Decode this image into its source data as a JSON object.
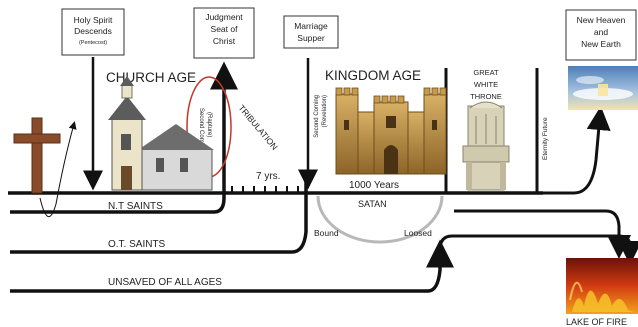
{
  "event_boxes": {
    "holy_spirit": {
      "line1": "Holy Spirit",
      "line2": "Descends",
      "note": "(Pentecost)"
    },
    "judgment_seat": {
      "line1": "Judgment",
      "line2": "Seat of",
      "line3": "Christ"
    },
    "marriage_supper": {
      "line1": "Marriage",
      "line2": "Supper"
    },
    "new_heaven": {
      "line1": "New Heaven",
      "line2": "and",
      "line3": "New Earth"
    }
  },
  "ages": {
    "church_age": "CHURCH AGE",
    "kingdom_age": "KINGDOM AGE"
  },
  "labels": {
    "second_coming_rapture": {
      "line1": "Second Coming",
      "line2": "(Rapture)"
    },
    "second_coming_revelation": {
      "line1": "Second Coming",
      "line2": "(Revelation)"
    },
    "tribulation": "TRIBULATION",
    "seven_years": "7 yrs.",
    "thousand_years": "1000 Years",
    "satan": "SATAN",
    "bound": "Bound",
    "loosed": "Loosed",
    "great_white_throne": {
      "line1": "GREAT",
      "line2": "WHITE",
      "line3": "THRONE"
    },
    "eternity_future": "Eternity Future",
    "lake_of_fire": "LAKE OF FIRE"
  },
  "tracks": {
    "nt_saints": "N.T SAINTS",
    "ot_saints": "O.T. SAINTS",
    "unsaved": "UNSAVED OF ALL AGES"
  },
  "colors": {
    "line": "#111111",
    "rapture_circle": "#c0392b",
    "satan_arc": "#b8b8b8",
    "cross_wood": "#8a4b2a",
    "castle_stone": "#b98b3e",
    "throne": "#d8d2b8",
    "heaven_sky": "#6f98c9",
    "lake_fire": "#c8301a"
  },
  "icons": {
    "cross": "cross-icon",
    "church": "church-icon",
    "castle": "castle-icon",
    "throne": "throne-icon",
    "heaven": "heaven-image",
    "fire": "fire-image"
  }
}
